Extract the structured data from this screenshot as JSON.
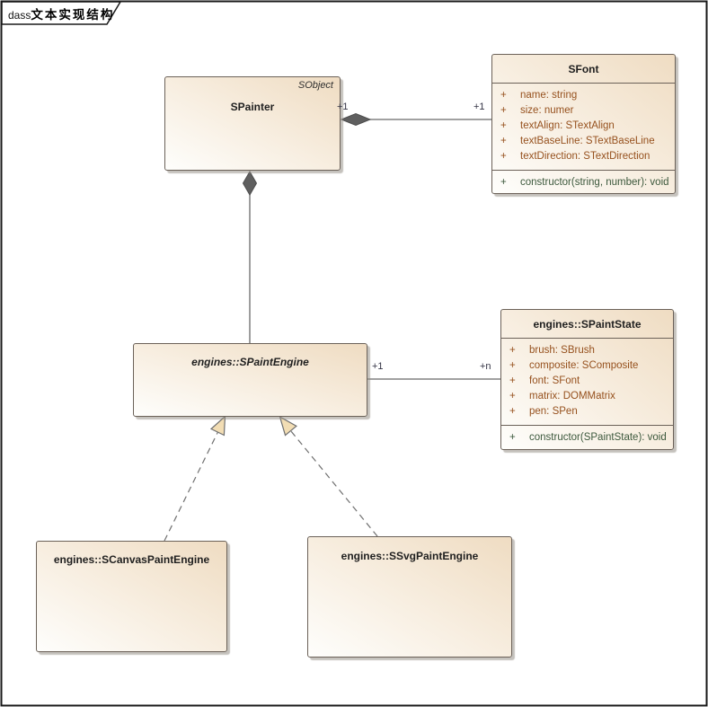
{
  "frame": {
    "tab_prefix": "dass",
    "tab_title": "文本实现结构"
  },
  "classes": [
    {
      "name": "SPainter",
      "parent": "SObject"
    },
    {
      "name": "SFont",
      "attributes": [
        {
          "vis": "+",
          "text": "name: string"
        },
        {
          "vis": "+",
          "text": "size: numer"
        },
        {
          "vis": "+",
          "text": "textAlign: STextAlign"
        },
        {
          "vis": "+",
          "text": "textBaseLine: STextBaseLine"
        },
        {
          "vis": "+",
          "text": "textDirection: STextDirection"
        }
      ],
      "operations": [
        {
          "vis": "+",
          "text": "constructor(string, number): void"
        }
      ]
    },
    {
      "name": "engines::SPaintEngine",
      "abstract": true
    },
    {
      "name": "engines::SPaintState",
      "attributes": [
        {
          "vis": "+",
          "text": "brush: SBrush"
        },
        {
          "vis": "+",
          "text": "composite: SComposite"
        },
        {
          "vis": "+",
          "text": "font: SFont"
        },
        {
          "vis": "+",
          "text": "matrix: DOMMatrix"
        },
        {
          "vis": "+",
          "text": "pen: SPen"
        }
      ],
      "operations": [
        {
          "vis": "+",
          "text": "constructor(SPaintState): void"
        }
      ]
    },
    {
      "name": "engines::SCanvasPaintEngine"
    },
    {
      "name": "engines::SSvgPaintEngine"
    }
  ],
  "relations": [
    {
      "type": "composition",
      "from": "SPainter",
      "to": "SFont",
      "from_label": "+1",
      "to_label": "+1"
    },
    {
      "type": "composition",
      "from": "SPainter",
      "to": "engines::SPaintEngine"
    },
    {
      "type": "association",
      "from": "engines::SPaintEngine",
      "to": "engines::SPaintState",
      "from_label": "+1",
      "to_label": "+n"
    },
    {
      "type": "generalization",
      "from": "engines::SCanvasPaintEngine",
      "to": "engines::SPaintEngine"
    },
    {
      "type": "generalization",
      "from": "engines::SSvgPaintEngine",
      "to": "engines::SPaintEngine"
    }
  ],
  "colors": {
    "box_fill_light": "#fefefc",
    "box_fill_dark": "#efdcc2",
    "box_border": "#6b6158",
    "attribute_text": "#96511e",
    "operation_text": "#3c583c",
    "title_text": "#1f1f1f",
    "connector": "#696969",
    "diamond_fill": "#5f5f5f",
    "generalization_arrow_fill": "#f2ddb4",
    "multiplicity_text": "#333344",
    "frame_border": "#1a1a1a"
  }
}
